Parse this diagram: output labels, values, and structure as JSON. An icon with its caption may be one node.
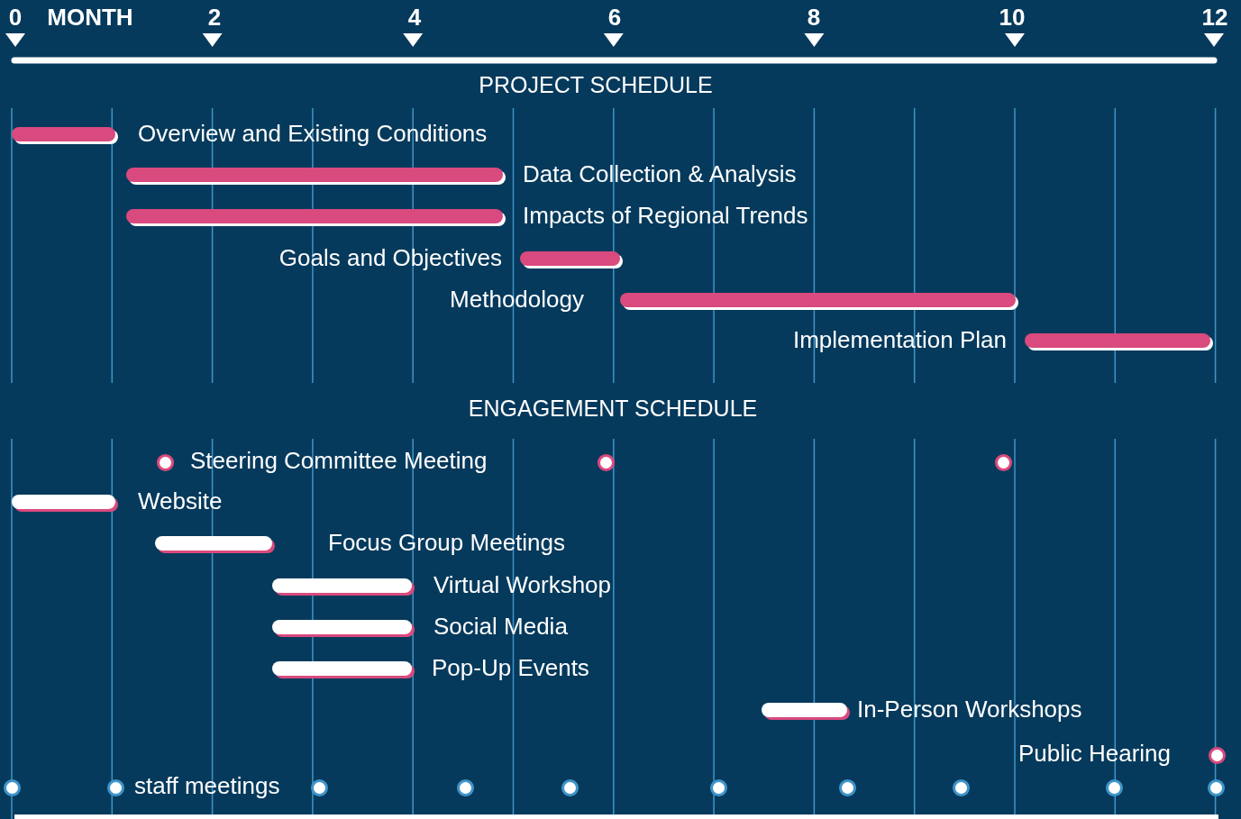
{
  "diagram": {
    "nodes": [
      {
        "text": [],
        "shape": "bar",
        "beside": [
          "Overview and Existing Conditions"
        ]
      },
      {
        "text": [],
        "shape": "bar",
        "beside": [
          "Data Collection & Analysis"
        ]
      },
      {
        "text": [],
        "shape": "bar",
        "beside": [
          "Impacts of Regional Trends"
        ]
      },
      {
        "text": [],
        "shape": "bar",
        "beside": [
          "Goals and Objectives"
        ]
      },
      {
        "text": [],
        "shape": "bar",
        "beside": [
          "Methodology"
        ]
      },
      {
        "text": [],
        "shape": "bar",
        "beside": [
          "Implementation Plan"
        ]
      },
      {
        "text": [],
        "shape": "circle",
        "beside": [
          "Steering Committee Meeting"
        ]
      },
      {
        "text": [],
        "shape": "circle"
      },
      {
        "text": [],
        "shape": "circle"
      },
      {
        "text": [],
        "shape": "bar",
        "beside": [
          "Website"
        ]
      },
      {
        "text": [],
        "shape": "bar"
      },
      {
        "text": [],
        "shape": "bar",
        "beside": [
          "Virtual Workshop"
        ]
      },
      {
        "text": [],
        "shape": "bar",
        "beside": [
          "Social Media"
        ]
      },
      {
        "text": [],
        "shape": "bar",
        "beside": [
          "Pop-Up Events"
        ]
      },
      {
        "text": [],
        "shape": "bar",
        "beside": [
          "In-Person Workshops"
        ]
      },
      {
        "text": [],
        "shape": "circle"
      },
      {
        "text": [],
        "shape": "circle"
      },
      {
        "text": [],
        "shape": "circle",
        "beside": [
          "staff meetings"
        ]
      },
      {
        "text": [],
        "shape": "circle"
      },
      {
        "text": [],
        "shape": "circle"
      },
      {
        "text": [],
        "shape": "circle"
      },
      {
        "text": [],
        "shape": "circle"
      },
      {
        "text": [],
        "shape": "circle"
      },
      {
        "text": [],
        "shape": "circle"
      },
      {
        "text": [],
        "shape": "circle"
      },
      {
        "text": [],
        "shape": "circle"
      }
    ],
    "labels": [
      "0",
      "MONTH",
      "2",
      "4",
      "6",
      "8",
      "10",
      "12",
      "PROJECT SCHEDULE",
      "ENGAGEMENT SCHEDULE",
      "Focus Group Meetings",
      "Public Hearing"
    ]
  }
}
